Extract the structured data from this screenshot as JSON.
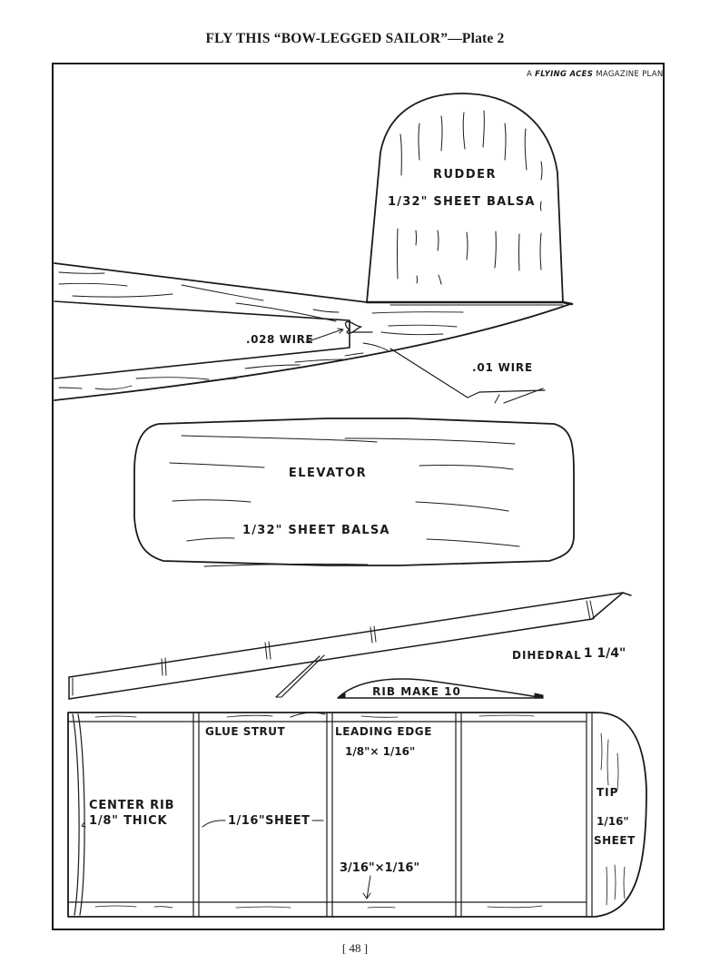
{
  "page": {
    "title": "FLY THIS “BOW-LEGGED SAILOR”—Plate 2",
    "page_number": "[ 48 ]"
  },
  "plan": {
    "credit_prefix": "A",
    "credit_magazine": "FLYING ACES",
    "credit_suffix": "MAGAZINE PLAN"
  },
  "rudder": {
    "name": "RUDDER",
    "material": "1/32\" SHEET BALSA"
  },
  "fuselage": {
    "wire_hook": ".028 WIRE",
    "wire_skid": ".01 WIRE"
  },
  "elevator": {
    "name": "ELEVATOR",
    "material": "1/32\" SHEET BALSA"
  },
  "dihedral": {
    "label": "DIHEDRAL",
    "value": "1 1/4\""
  },
  "rib": {
    "label": "RIB MAKE 10"
  },
  "wing": {
    "glue_strut": "GLUE STRUT",
    "leading_edge": "LEADING EDGE",
    "leading_edge_size": "1/8\"× 1/16\"",
    "center_rib_line1": "CENTER RIB",
    "center_rib_line2": "1/8\" THICK",
    "rib_sheet": "1/16\"SHEET",
    "trailing_edge_size": "3/16\"×1/16\"",
    "tip_line1": "TIP",
    "tip_line2": "1/16\"",
    "tip_line3": "SHEET"
  },
  "colors": {
    "ink": "#1a1a1a",
    "paper": "#ffffff"
  }
}
